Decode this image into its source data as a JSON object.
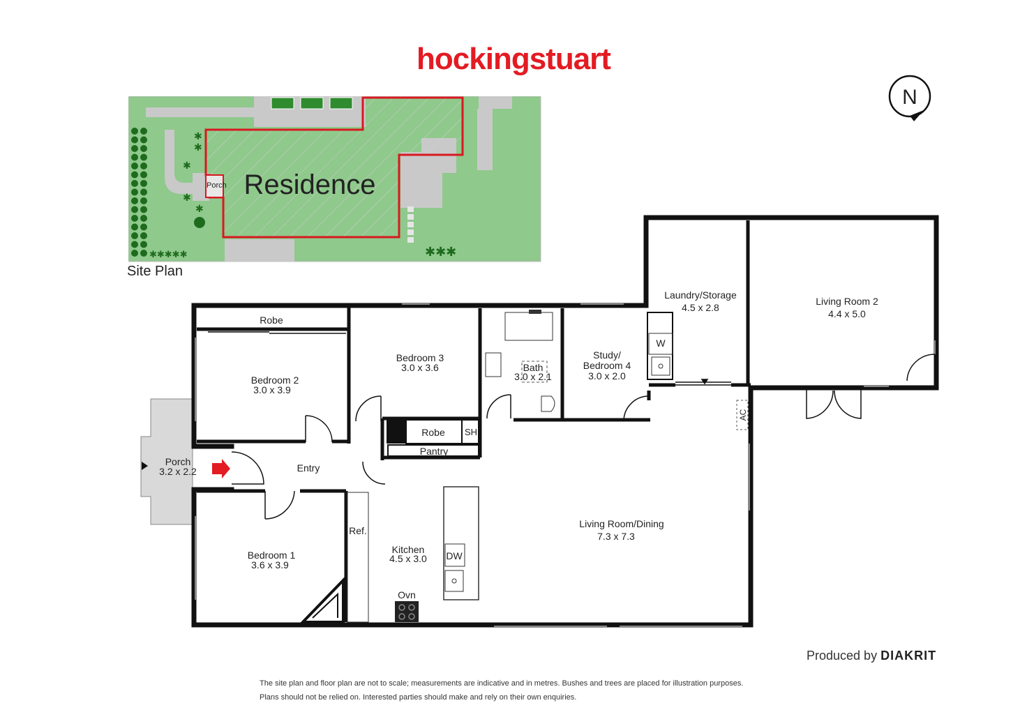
{
  "brand": {
    "name": "hockingstuart",
    "color": "#e31b23"
  },
  "compass": {
    "label": "N"
  },
  "site_plan": {
    "caption": "Site Plan",
    "residence_label": "Residence",
    "porch_label": "Porch",
    "outline_color": "#d71920",
    "lawn_color": "#8fc98c",
    "paving_color": "#c9c9c9"
  },
  "floor_plan": {
    "rooms": [
      {
        "id": "bedroom-1",
        "name": "Bedroom 1",
        "dims": "3.6 x 3.9"
      },
      {
        "id": "bedroom-2",
        "name": "Bedroom 2",
        "dims": "3.0 x 3.9"
      },
      {
        "id": "bedroom-3",
        "name": "Bedroom 3",
        "dims": "3.0 x 3.6"
      },
      {
        "id": "bath",
        "name": "Bath",
        "dims": "3.0 x 2.1"
      },
      {
        "id": "study",
        "name": "Study/",
        "name2": "Bedroom 4",
        "dims": "3.0 x 2.0"
      },
      {
        "id": "laundry",
        "name": "Laundry/Storage",
        "dims": "4.5 x 2.8"
      },
      {
        "id": "living-2",
        "name": "Living Room 2",
        "dims": "4.4 x 5.0"
      },
      {
        "id": "porch",
        "name": "Porch",
        "dims": "3.2 x 2.2"
      },
      {
        "id": "kitchen",
        "name": "Kitchen",
        "dims": "4.5 x 3.0"
      },
      {
        "id": "living-dining",
        "name": "Living Room/Dining",
        "dims": "7.3 x 7.3"
      }
    ],
    "fixtures": {
      "robe_top": "Robe",
      "robe_mid": "Robe",
      "sh": "SH",
      "pantry": "Pantry",
      "entry": "Entry",
      "ref": "Ref.",
      "dw": "DW",
      "ovn": "Ovn",
      "w": "W",
      "ac": "AC"
    },
    "wall_color": "#111111",
    "entry_arrow_color": "#e31b23"
  },
  "footer": {
    "produced_by": "Produced by",
    "producer": "DIAKRIT",
    "disclaimer_line1": "The site plan and floor plan are not to scale; measurements are indicative and in metres. Bushes and trees are placed for illustration purposes.",
    "disclaimer_line2": "Plans should not be relied on. Interested parties should make and rely on their own enquiries."
  }
}
